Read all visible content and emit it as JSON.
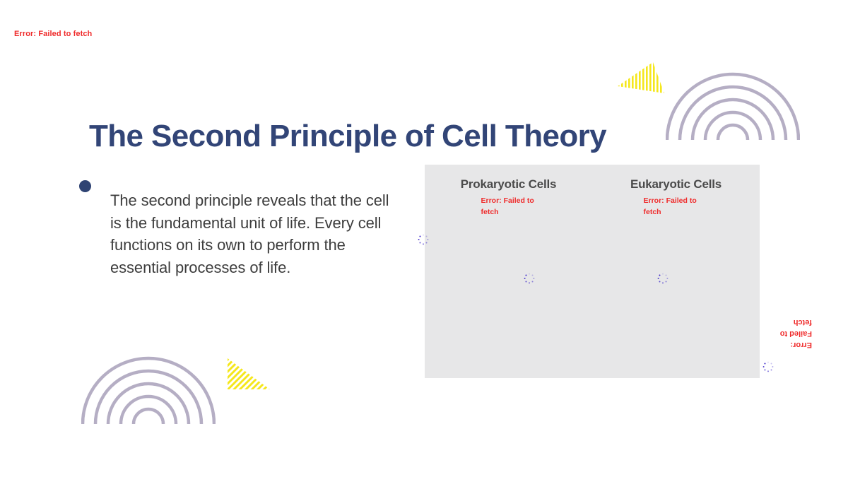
{
  "slide": {
    "title": "The Second Principle of Cell Theory",
    "background_color": "#ffffff"
  },
  "notices": {
    "top_left_error": "Error: Failed to fetch",
    "right_edge_error": "Error: Failed to fetch"
  },
  "body": {
    "bullet_text": "The second principle reveals that the cell is the fundamental unit of life. Every cell functions on its own to perform the essential processes of life."
  },
  "panel": {
    "background_color": "#e7e7e8",
    "columns": [
      {
        "heading": "Prokaryotic Cells",
        "error": "Error: Failed to fetch"
      },
      {
        "heading": "Eukaryotic Cells",
        "error": "Error: Failed to fetch"
      }
    ]
  },
  "theme": {
    "title_color": "#324577",
    "bullet_color": "#2f4373",
    "body_text_color": "#3d3d3d",
    "error_color": "#ef2b2b",
    "arc_color": "#b5aec4",
    "stripe_color": "#f5e71c",
    "spinner_color": "#3a25c8"
  }
}
